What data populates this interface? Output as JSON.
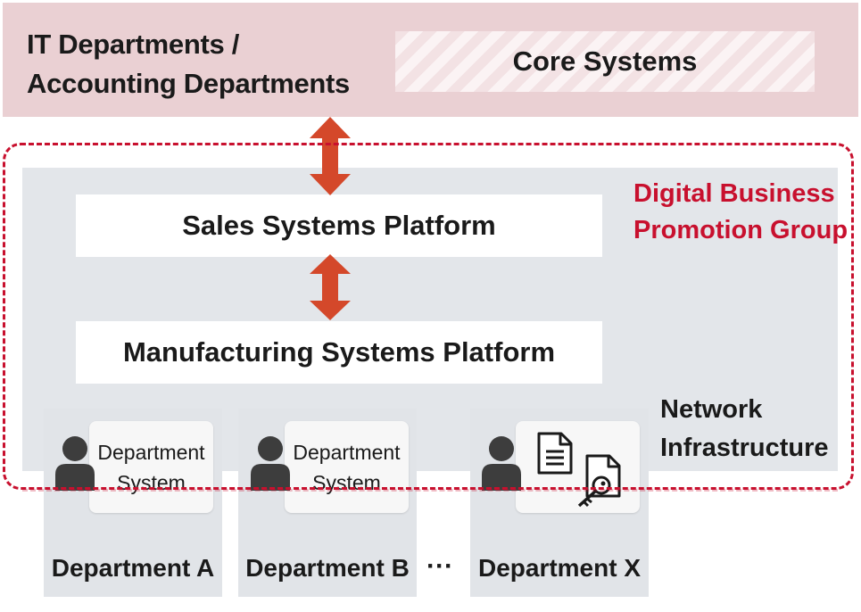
{
  "top_band": {
    "title_line1": "IT Departments /",
    "title_line2": "Accounting Departments",
    "core_systems": "Core Systems"
  },
  "digital_group": {
    "label_line1": "Digital Business",
    "label_line2": "Promotion Group"
  },
  "platforms": {
    "sales": "Sales Systems Platform",
    "manufacturing": "Manufacturing Systems Platform"
  },
  "network": {
    "line1": "Network",
    "line2": "Infrastructure"
  },
  "departments": [
    {
      "name": "Department A",
      "system_line1": "Department",
      "system_line2": "System"
    },
    {
      "name": "Department B",
      "system_line1": "Department",
      "system_line2": "System"
    },
    {
      "name": "Department X"
    }
  ],
  "ellipsis": "···",
  "colors": {
    "top_band": "#ead0d3",
    "accent_red": "#c8102e",
    "arrow": "#d4482a",
    "network_area": "#e3e6ea",
    "person_icon": "#3d3d3d"
  },
  "icons": [
    "person-icon",
    "document-icon",
    "document-key-icon",
    "double-arrow-icon"
  ]
}
